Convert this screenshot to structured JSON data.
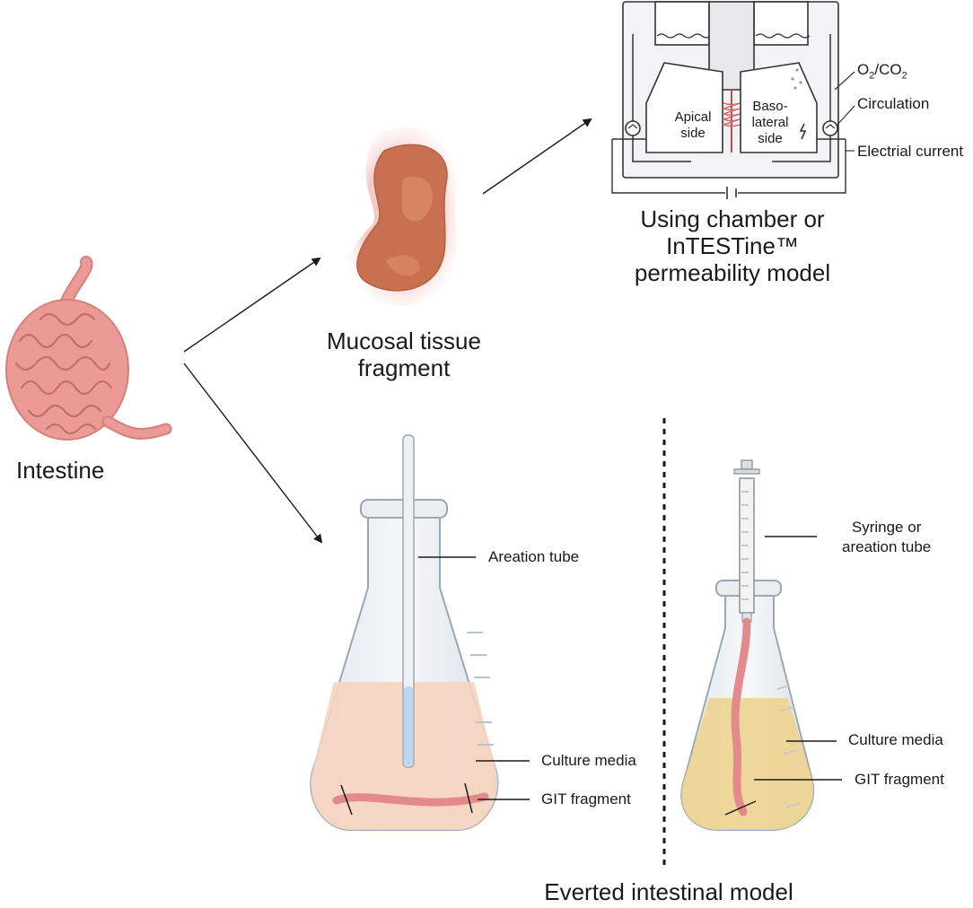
{
  "labels": {
    "intestine": "Intestine",
    "mucosal_line1": "Mucosal tissue",
    "mucosal_line2": "fragment",
    "chamber_line1": "Using chamber or",
    "chamber_line2": "InTESTine™",
    "chamber_line3": "permeability model",
    "gas_base": "O",
    "gas_sub1": "2",
    "gas_mid": "/CO",
    "gas_sub2": "2",
    "circulation": "Circulation",
    "electrical": "Electrial current",
    "apical_line1": "Apical",
    "apical_line2": "side",
    "baso_line1": "Baso-",
    "baso_line2": "lateral",
    "baso_line3": "side",
    "aeration_tube": "Areation tube",
    "culture_media_left": "Culture media",
    "git_fragment_left": "GIT fragment",
    "syringe_line1": "Syringe or",
    "syringe_line2": "areation tube",
    "culture_media_right": "Culture media",
    "git_fragment_right": "GIT fragment",
    "everted_model": "Everted intestinal model"
  },
  "colors": {
    "intestine_fill": "#ec9a96",
    "tissue_fill": "#c9714f",
    "media_left": "#f6d4bf",
    "media_right": "#ecd48f",
    "gut_pink": "#e48a8a",
    "line": "#1a1a1a"
  }
}
